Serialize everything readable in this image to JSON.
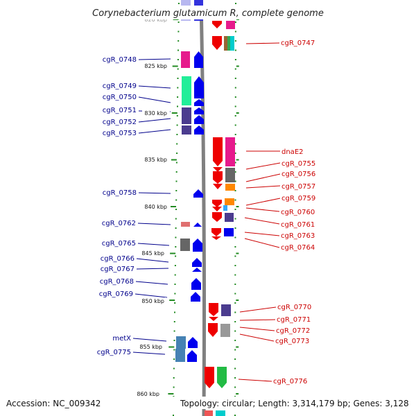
{
  "header": {
    "title": "Corynebacterium glutamicum R, complete genome"
  },
  "footer": {
    "accession": "Accession: NC_009342",
    "topology": "Topology: circular; Length: 3,314,179 bp; Genes: 3,128"
  },
  "colors": {
    "left_label": "#00008b",
    "right_label": "#cc0000",
    "tick": "#228b22",
    "backbone": "#808080"
  },
  "scale": {
    "unit": "kbp",
    "ticks": [
      "820 kbp",
      "825 kbp",
      "830 kbp",
      "835 kbp",
      "840 kbp",
      "845 kbp",
      "850 kbp",
      "855 kbp",
      "860 kbp"
    ]
  },
  "genes_left": [
    "cgR_0748",
    "cgR_0749",
    "cgR_0750",
    "cgR_0751",
    "cgR_0752",
    "cgR_0753",
    "cgR_0758",
    "cgR_0762",
    "cgR_0765",
    "cgR_0766",
    "cgR_0767",
    "cgR_0768",
    "cgR_0769",
    "metX",
    "cgR_0775"
  ],
  "genes_right": [
    "cgR_0747",
    "dnaE2",
    "cgR_0755",
    "cgR_0756",
    "cgR_0757",
    "cgR_0759",
    "cgR_0760",
    "cgR_0761",
    "cgR_0763",
    "cgR_0764",
    "cgR_0770",
    "cgR_0771",
    "cgR_0772",
    "cgR_0773",
    "cgR_0776"
  ]
}
